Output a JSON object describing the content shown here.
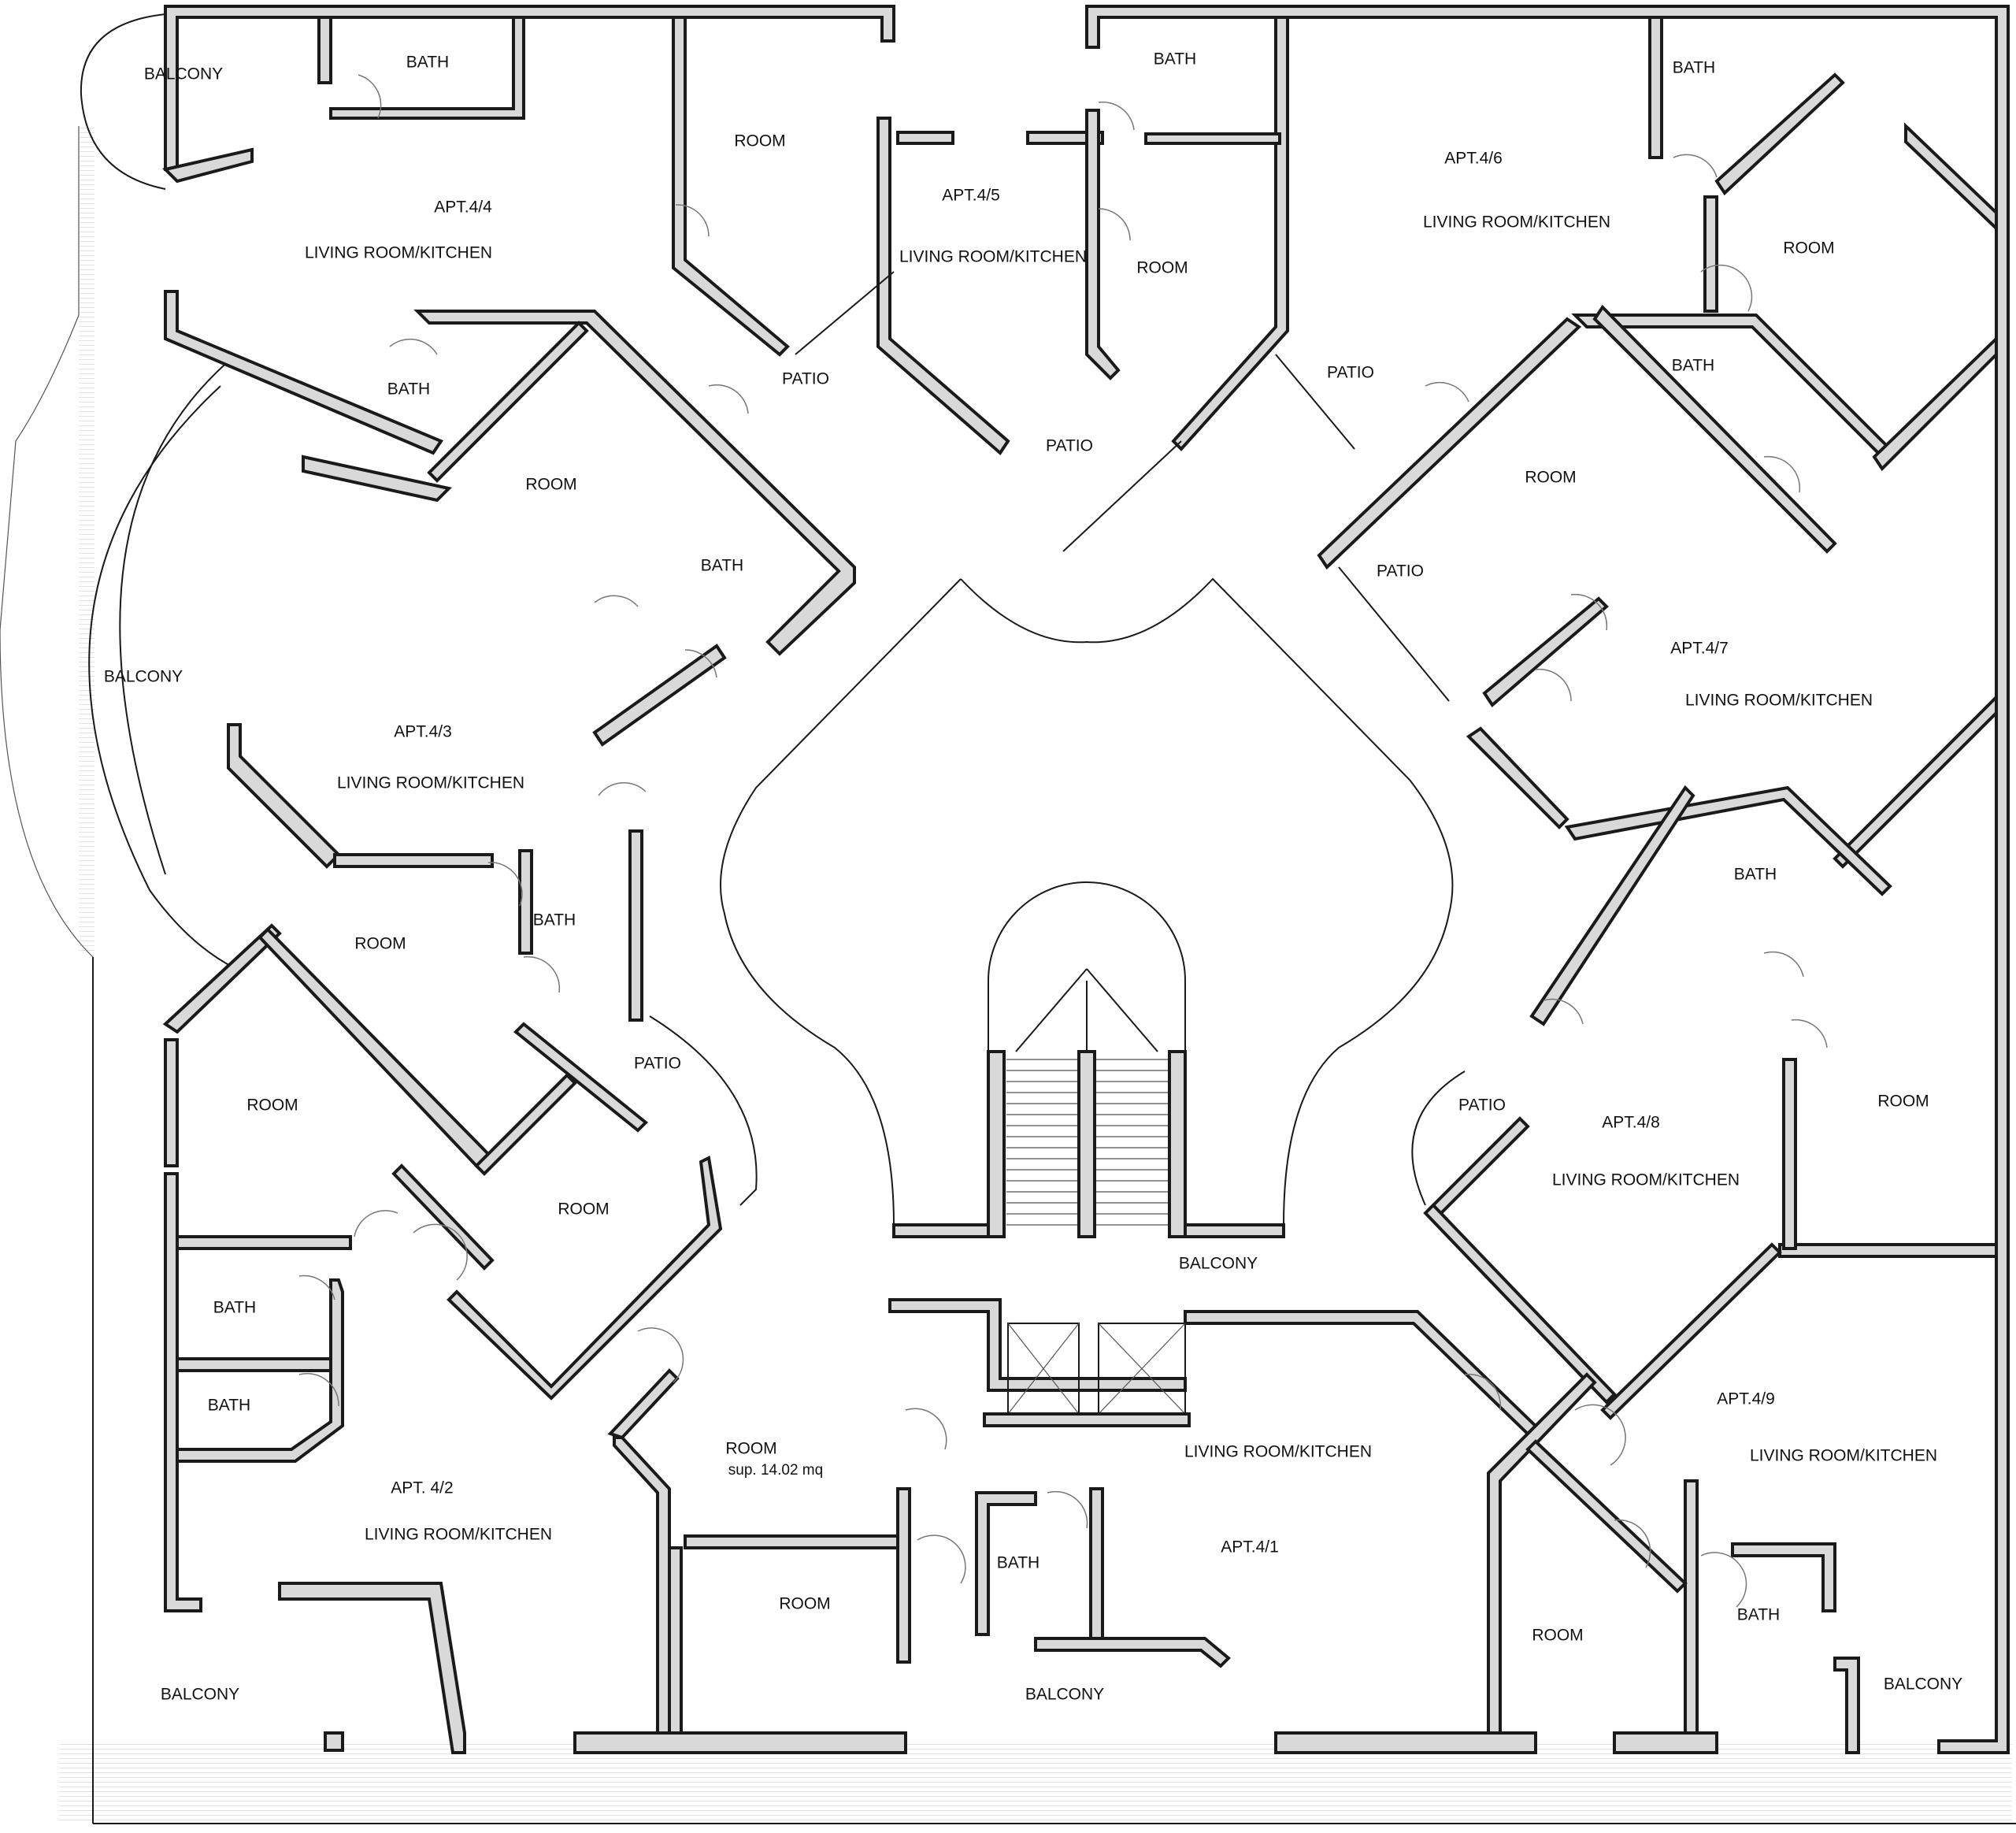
{
  "rooms": [
    {
      "id": "balcony-nw",
      "label": "BALCONY"
    },
    {
      "id": "bath-44",
      "label": "BATH"
    },
    {
      "id": "room-44",
      "label": "ROOM"
    },
    {
      "id": "apt-44",
      "label": "APT.4/4"
    },
    {
      "id": "lr-44",
      "label": "LIVING ROOM/KITCHEN"
    },
    {
      "id": "bath-45a",
      "label": "BATH"
    },
    {
      "id": "apt-45",
      "label": "APT.4/5"
    },
    {
      "id": "lr-45",
      "label": "LIVING ROOM/KITCHEN"
    },
    {
      "id": "room-45",
      "label": "ROOM"
    },
    {
      "id": "apt-46",
      "label": "APT.4/6"
    },
    {
      "id": "lr-46",
      "label": "LIVING ROOM/KITCHEN"
    },
    {
      "id": "bath-46",
      "label": "BATH"
    },
    {
      "id": "room-46",
      "label": "ROOM"
    },
    {
      "id": "patio-44",
      "label": "PATIO"
    },
    {
      "id": "patio-45",
      "label": "PATIO"
    },
    {
      "id": "patio-46",
      "label": "PATIO"
    },
    {
      "id": "bath-43a",
      "label": "BATH"
    },
    {
      "id": "room-43a",
      "label": "ROOM"
    },
    {
      "id": "bath-43b",
      "label": "BATH"
    },
    {
      "id": "balcony-w",
      "label": "BALCONY"
    },
    {
      "id": "apt-43",
      "label": "APT.4/3"
    },
    {
      "id": "lr-43",
      "label": "LIVING ROOM/KITCHEN"
    },
    {
      "id": "bath-47a",
      "label": "BATH"
    },
    {
      "id": "room-47",
      "label": "ROOM"
    },
    {
      "id": "patio-47",
      "label": "PATIO"
    },
    {
      "id": "apt-47",
      "label": "APT.4/7"
    },
    {
      "id": "lr-47",
      "label": "LIVING ROOM/KITCHEN"
    },
    {
      "id": "room-43b",
      "label": "ROOM"
    },
    {
      "id": "bath-43c",
      "label": "BATH"
    },
    {
      "id": "patio-42",
      "label": "PATIO"
    },
    {
      "id": "room-42a",
      "label": "ROOM"
    },
    {
      "id": "room-42b",
      "label": "ROOM"
    },
    {
      "id": "bath-48",
      "label": "BATH"
    },
    {
      "id": "room-48",
      "label": "ROOM"
    },
    {
      "id": "patio-48",
      "label": "PATIO"
    },
    {
      "id": "apt-48",
      "label": "APT.4/8"
    },
    {
      "id": "lr-48",
      "label": "LIVING ROOM/KITCHEN"
    },
    {
      "id": "balcony-c",
      "label": "BALCONY"
    },
    {
      "id": "bath-42a",
      "label": "BATH"
    },
    {
      "id": "bath-42b",
      "label": "BATH"
    },
    {
      "id": "apt-42",
      "label": "APT. 4/2"
    },
    {
      "id": "lr-42",
      "label": "LIVING ROOM/KITCHEN"
    },
    {
      "id": "room-41a",
      "label": "ROOM"
    },
    {
      "id": "room-41a-sup",
      "label": "sup. 14.02 mq"
    },
    {
      "id": "lr-41",
      "label": "LIVING ROOM/KITCHEN"
    },
    {
      "id": "apt-41",
      "label": "APT.4/1"
    },
    {
      "id": "bath-41",
      "label": "BATH"
    },
    {
      "id": "room-41b",
      "label": "ROOM"
    },
    {
      "id": "apt-49",
      "label": "APT.4/9"
    },
    {
      "id": "lr-49",
      "label": "LIVING ROOM/KITCHEN"
    },
    {
      "id": "balcony-sw",
      "label": "BALCONY"
    },
    {
      "id": "balcony-s",
      "label": "BALCONY"
    },
    {
      "id": "room-49",
      "label": "ROOM"
    },
    {
      "id": "bath-49",
      "label": "BATH"
    },
    {
      "id": "balcony-se",
      "label": "BALCONY"
    }
  ]
}
